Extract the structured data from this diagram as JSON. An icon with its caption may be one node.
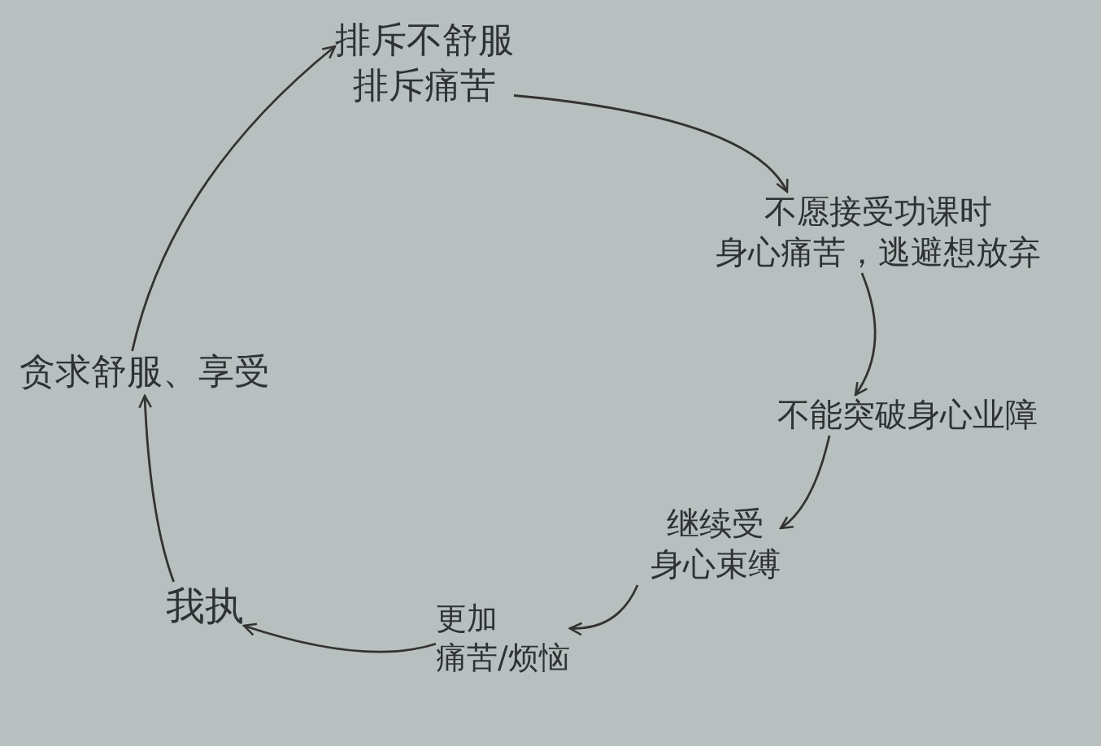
{
  "diagram": {
    "nodes": [
      {
        "text": [
          "排斥不舒服",
          "排斥痛苦"
        ]
      },
      {
        "text": [
          "不愿接受功课时",
          "身心痛苦，逃避想放弃"
        ]
      },
      {
        "text": [
          "不能突破身心业障"
        ]
      },
      {
        "text": [
          "继续受",
          "身心束缚"
        ]
      },
      {
        "text": [
          "更加",
          "痛苦/烦恼"
        ]
      },
      {
        "text": [
          "我执"
        ]
      },
      {
        "text": [
          "贪求舒服、享受"
        ]
      }
    ],
    "edges": [
      {
        "from": 0,
        "to": 1,
        "arrow": "to"
      },
      {
        "from": 1,
        "to": 2,
        "arrow": "to"
      },
      {
        "from": 2,
        "to": 3,
        "arrow": "to"
      },
      {
        "from": 3,
        "to": 4,
        "arrow": "to"
      },
      {
        "from": 4,
        "to": 5,
        "arrow": "to"
      },
      {
        "from": 5,
        "to": 6,
        "arrow": "to"
      },
      {
        "from": 6,
        "to": 0,
        "arrow": "to"
      }
    ]
  }
}
